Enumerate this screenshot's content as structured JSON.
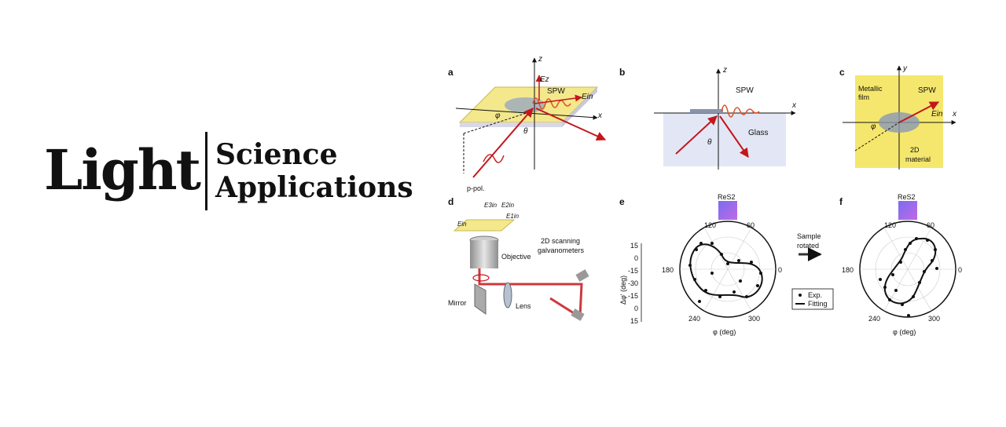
{
  "logo": {
    "light": "Light",
    "science": "Science",
    "applications": "Applications"
  },
  "figure": {
    "panel_letters": [
      "a",
      "b",
      "c",
      "d",
      "e",
      "f"
    ],
    "a": {
      "z": "z",
      "x": "x",
      "ez": "Ez",
      "spw": "SPW",
      "ein": "Ein",
      "phi": "φ",
      "theta": "θ",
      "ppol": "p-pol."
    },
    "b": {
      "z": "z",
      "x": "x",
      "spw": "SPW",
      "glass": "Glass",
      "theta": "θ"
    },
    "c": {
      "y": "y",
      "x": "x",
      "metallic": "Metallic",
      "film": "film",
      "spw": "SPW",
      "ein": "Ein",
      "phi": "φ",
      "material_2d": "2D",
      "material": "material"
    },
    "d": {
      "objective": "Objective",
      "scanning": "2D scanning",
      "galvanometers": "galvanometers",
      "mirror": "Mirror",
      "lens": "Lens",
      "e_left": "Ein",
      "e3": "E3in",
      "e2": "E2in",
      "e1": "E1in"
    },
    "e": {
      "material": "ReS2",
      "angle_labels": [
        "120",
        "60",
        "180",
        "0",
        "240",
        "300"
      ],
      "y_ticks": [
        "15",
        "0",
        "-15",
        "-30",
        "-15",
        "0",
        "15"
      ],
      "ylabel": "Δφ' (deg)",
      "xlabel": "φ (deg)"
    },
    "arrow": {
      "line1": "Sample",
      "line2": "rotated"
    },
    "legend": {
      "exp": "Exp.",
      "fitting": "Fitting"
    },
    "f": {
      "material": "ReS2",
      "angle_labels": [
        "120",
        "60",
        "180",
        "0",
        "240",
        "300"
      ],
      "xlabel": "φ (deg)"
    }
  }
}
